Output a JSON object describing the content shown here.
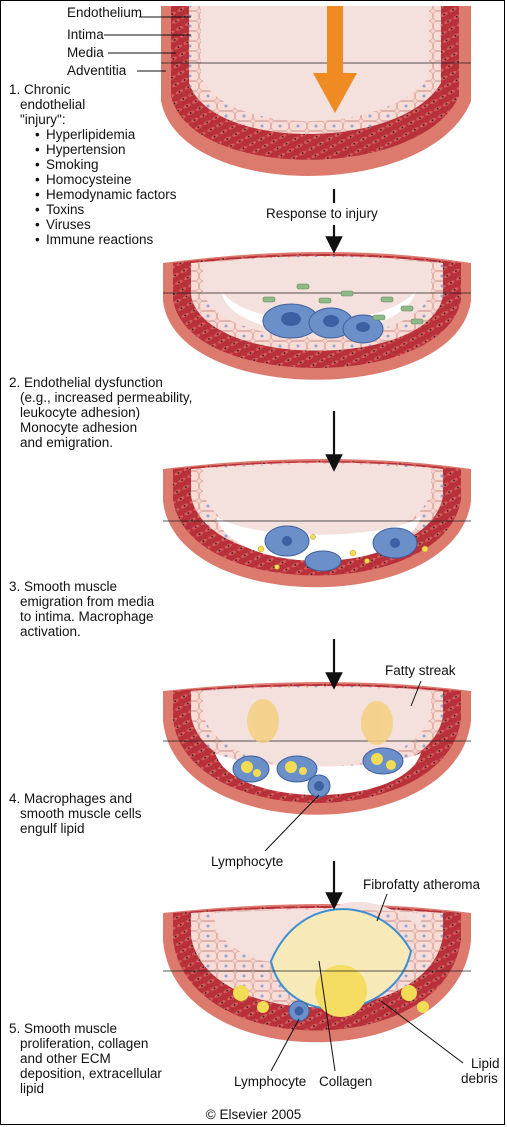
{
  "layer_labels": {
    "endothelium": "Endothelium",
    "intima": "Intima",
    "media": "Media",
    "adventitia": "Adventitia"
  },
  "step1": {
    "lines": [
      "1. Chronic",
      "endothelial",
      "\"injury\":"
    ],
    "risk_factors": [
      "Hyperlipidemia",
      "Hypertension",
      "Smoking",
      "Homocysteine",
      "Hemodynamic factors",
      "Toxins",
      "Viruses",
      "Immune reactions"
    ]
  },
  "response_label": "Response to injury",
  "step2": {
    "lines": [
      "2. Endothelial dysfunction",
      "(e.g., increased permeability,",
      "leukocyte adhesion)",
      "Monocyte adhesion",
      "and emigration."
    ]
  },
  "step3": {
    "lines": [
      "3. Smooth muscle",
      "emigration from media",
      "to intima.  Macrophage",
      "activation."
    ]
  },
  "step4": {
    "lines": [
      "4. Macrophages and",
      "smooth muscle cells",
      "engulf lipid"
    ]
  },
  "step5": {
    "lines": [
      "5. Smooth muscle",
      "proliferation, collagen",
      "and other ECM",
      "deposition, extracellular",
      "lipid"
    ]
  },
  "callouts": {
    "fatty_streak": "Fatty streak",
    "lymphocyte_4": "Lymphocyte",
    "fibrofatty": "Fibrofatty atheroma",
    "lymphocyte_5": "Lymphocyte",
    "collagen": "Collagen",
    "lipid_debris": [
      "Lipid",
      "debris"
    ]
  },
  "copyright": "© Elsevier 2005",
  "colors": {
    "adventitia": "#dd7a6e",
    "media": "#b8303a",
    "intima": "#f7d4cf",
    "lumen": "#f4e0dc",
    "arrow": "#f08a22",
    "monocyte": "#6b8fc8",
    "lipid": "#f2dc55",
    "platelet": "#8fb98a"
  }
}
